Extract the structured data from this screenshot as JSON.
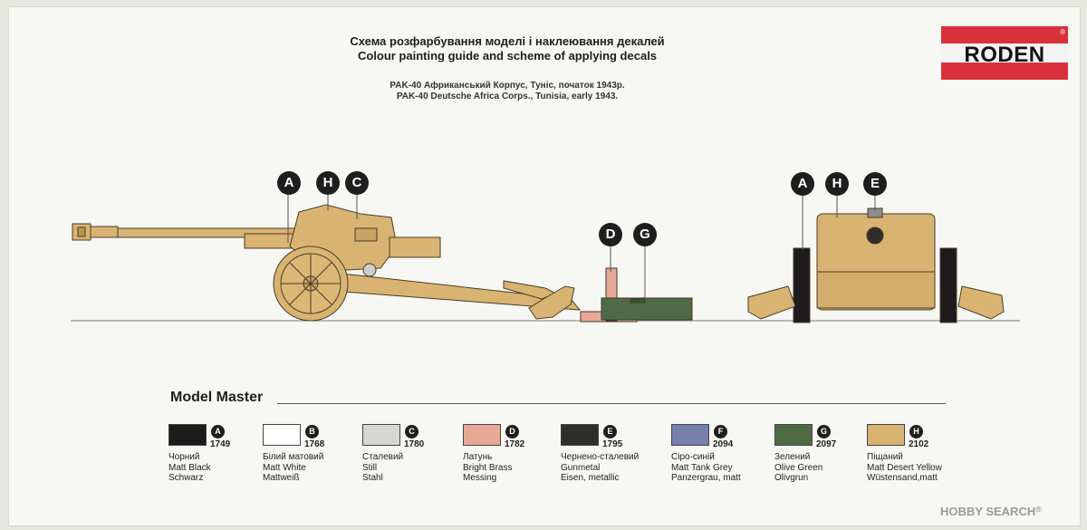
{
  "header": {
    "title_ua": "Схема розфарбування моделі і наклеювання декалей",
    "title_en": "Colour painting guide and scheme of applying decals",
    "subtitle_ua": "PAK-40 Африканський Корпус, Туніс, початок 1943р.",
    "subtitle_en": "PAK-40 Deutsche Africa Corps., Tunisia, early 1943."
  },
  "logo": {
    "text": "RODEN",
    "mark": "®",
    "colors": {
      "band": "#d8313c",
      "text": "#121212"
    }
  },
  "callouts": {
    "side_view": [
      "A",
      "H",
      "C"
    ],
    "ammo_box": [
      "D",
      "G"
    ],
    "rear_view": [
      "A",
      "H",
      "E"
    ]
  },
  "paints": {
    "section_title": "Model Master",
    "items": [
      {
        "letter": "A",
        "code": "1749",
        "color": "#1d1b1b",
        "names": [
          "Чорний",
          "Matt Black",
          "Schwarz"
        ]
      },
      {
        "letter": "B",
        "code": "1768",
        "color": "#ffffff",
        "names": [
          "Білий матовий",
          "Matt White",
          "Mattweiß"
        ]
      },
      {
        "letter": "C",
        "code": "1780",
        "color": "#d6d6d4",
        "names": [
          "Сталевий",
          "Still",
          "Stahl"
        ]
      },
      {
        "letter": "D",
        "code": "1782",
        "color": "#e8a896",
        "names": [
          "Латунь",
          "Bright Brass",
          "Messing"
        ]
      },
      {
        "letter": "E",
        "code": "1795",
        "color": "#2f2e2c",
        "names": [
          "Чернено-сталевий",
          "Gunmetal",
          "Eisen, metallic"
        ]
      },
      {
        "letter": "F",
        "code": "2094",
        "color": "#7680ab",
        "names": [
          "Сіро-синій",
          "Matt Tank Grey",
          "Panzergrau, matt"
        ]
      },
      {
        "letter": "G",
        "code": "2097",
        "color": "#4f6b46",
        "names": [
          "Зелений",
          "Olive Green",
          "Olivgrun"
        ]
      },
      {
        "letter": "H",
        "code": "2102",
        "color": "#d8b271",
        "names": [
          "Піщаний",
          "Matt Desert Yellow",
          "Wüstensand,matt"
        ]
      }
    ]
  },
  "watermark": {
    "text": "HOBBY SEARCH",
    "mark": "®"
  }
}
